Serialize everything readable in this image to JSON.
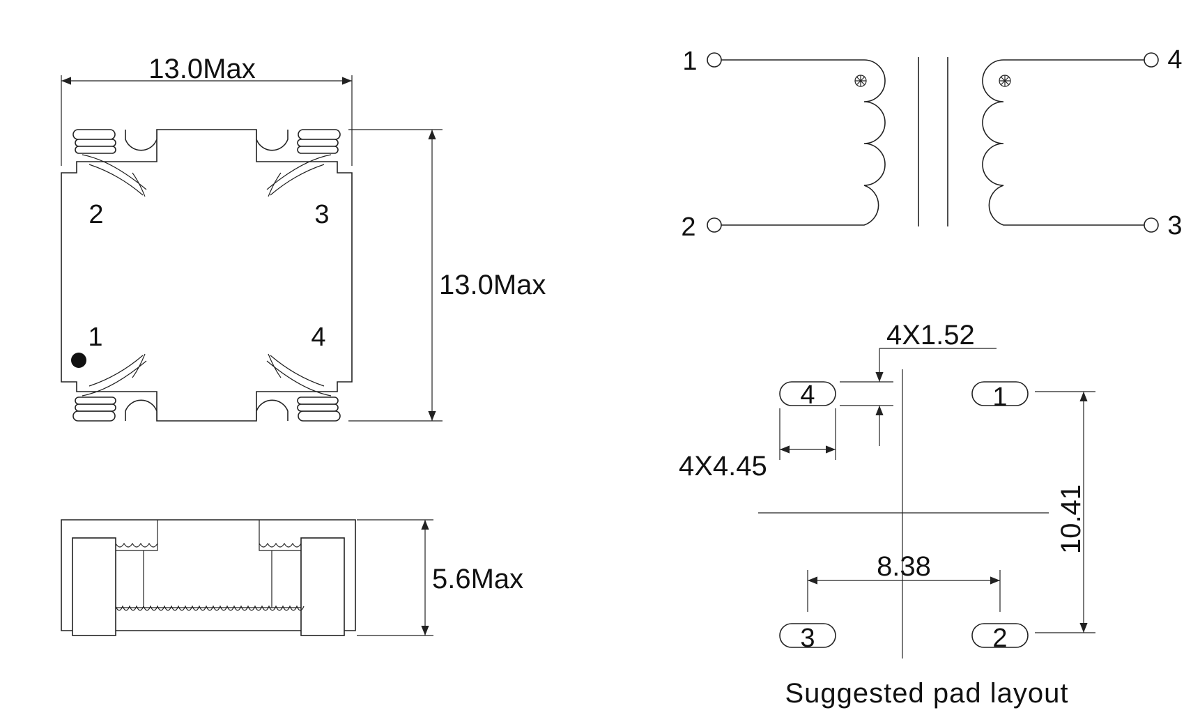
{
  "top_view": {
    "width_label": "13.0Max",
    "height_label": "13.0Max",
    "pins": {
      "p1": "1",
      "p2": "2",
      "p3": "3",
      "p4": "4"
    }
  },
  "side_view": {
    "height_label": "5.6Max"
  },
  "schematic": {
    "pins": {
      "p1": "1",
      "p2": "2",
      "p3": "3",
      "p4": "4"
    }
  },
  "pad_layout": {
    "pad_count_width_label": "4X1.52",
    "pad_count_length_label": "4X4.45",
    "horizontal_pitch_label": "8.38",
    "vertical_pitch_label": "10.41",
    "pads": {
      "p1": "1",
      "p2": "2",
      "p3": "3",
      "p4": "4"
    },
    "caption": "Suggested pad layout"
  },
  "colors": {
    "ink": "#222222",
    "background": "#ffffff"
  }
}
